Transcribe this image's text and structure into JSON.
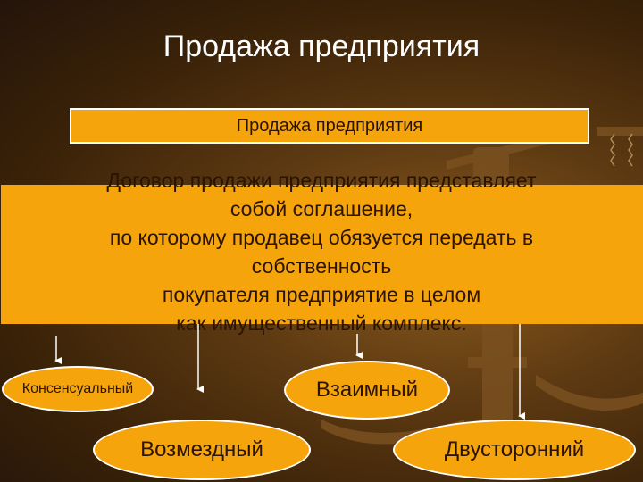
{
  "slide": {
    "title": "Продажа предприятия",
    "banner": "Продажа предприятия",
    "definition": "Договор продажи предприятия представляет\nсобой соглашение,\nпо которому продавец обязуется передать в\nсобственность\nпокупателя предприятие в целом\nкак имущественный комплекс."
  },
  "characteristics": {
    "consensual": "Консенсуальный",
    "mutual": "Взаимный",
    "paid": "Возмездный",
    "bilateral": "Двусторонний"
  },
  "colors": {
    "accent": "#f5a40c",
    "background_dark": "#3a2208",
    "text_light": "#ffffff",
    "text_dark": "#2a1400"
  }
}
